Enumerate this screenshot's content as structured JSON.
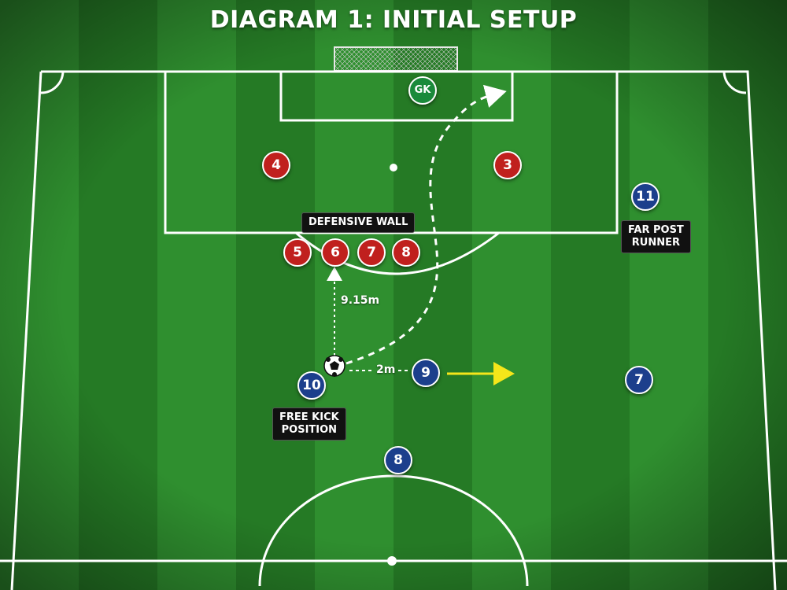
{
  "title": "DIAGRAM 1: INITIAL SETUP",
  "labels": {
    "defensive_wall": "DEFENSIVE WALL",
    "far_post_runner_line1": "FAR POST",
    "far_post_runner_line2": "RUNNER",
    "free_kick_line1": "FREE KICK",
    "free_kick_line2": "POSITION"
  },
  "distances": {
    "wall": "9.15m",
    "short": "2m"
  },
  "players": {
    "goalkeeper": "GK",
    "defenders": [
      {
        "number": "4"
      },
      {
        "number": "3"
      }
    ],
    "wall": [
      {
        "number": "5"
      },
      {
        "number": "6"
      },
      {
        "number": "7"
      },
      {
        "number": "8"
      }
    ],
    "attackers": [
      {
        "number": "11"
      },
      {
        "number": "10"
      },
      {
        "number": "9"
      },
      {
        "number": "7"
      },
      {
        "number": "8"
      }
    ]
  },
  "colors": {
    "pitch_stripe_light": "#2f8f2f",
    "pitch_stripe_dark": "#257a25",
    "defender": "#c0201e",
    "attacker": "#1c3f8c",
    "goalkeeper": "#1a8a3a",
    "run_arrow": "#f5e61a"
  }
}
